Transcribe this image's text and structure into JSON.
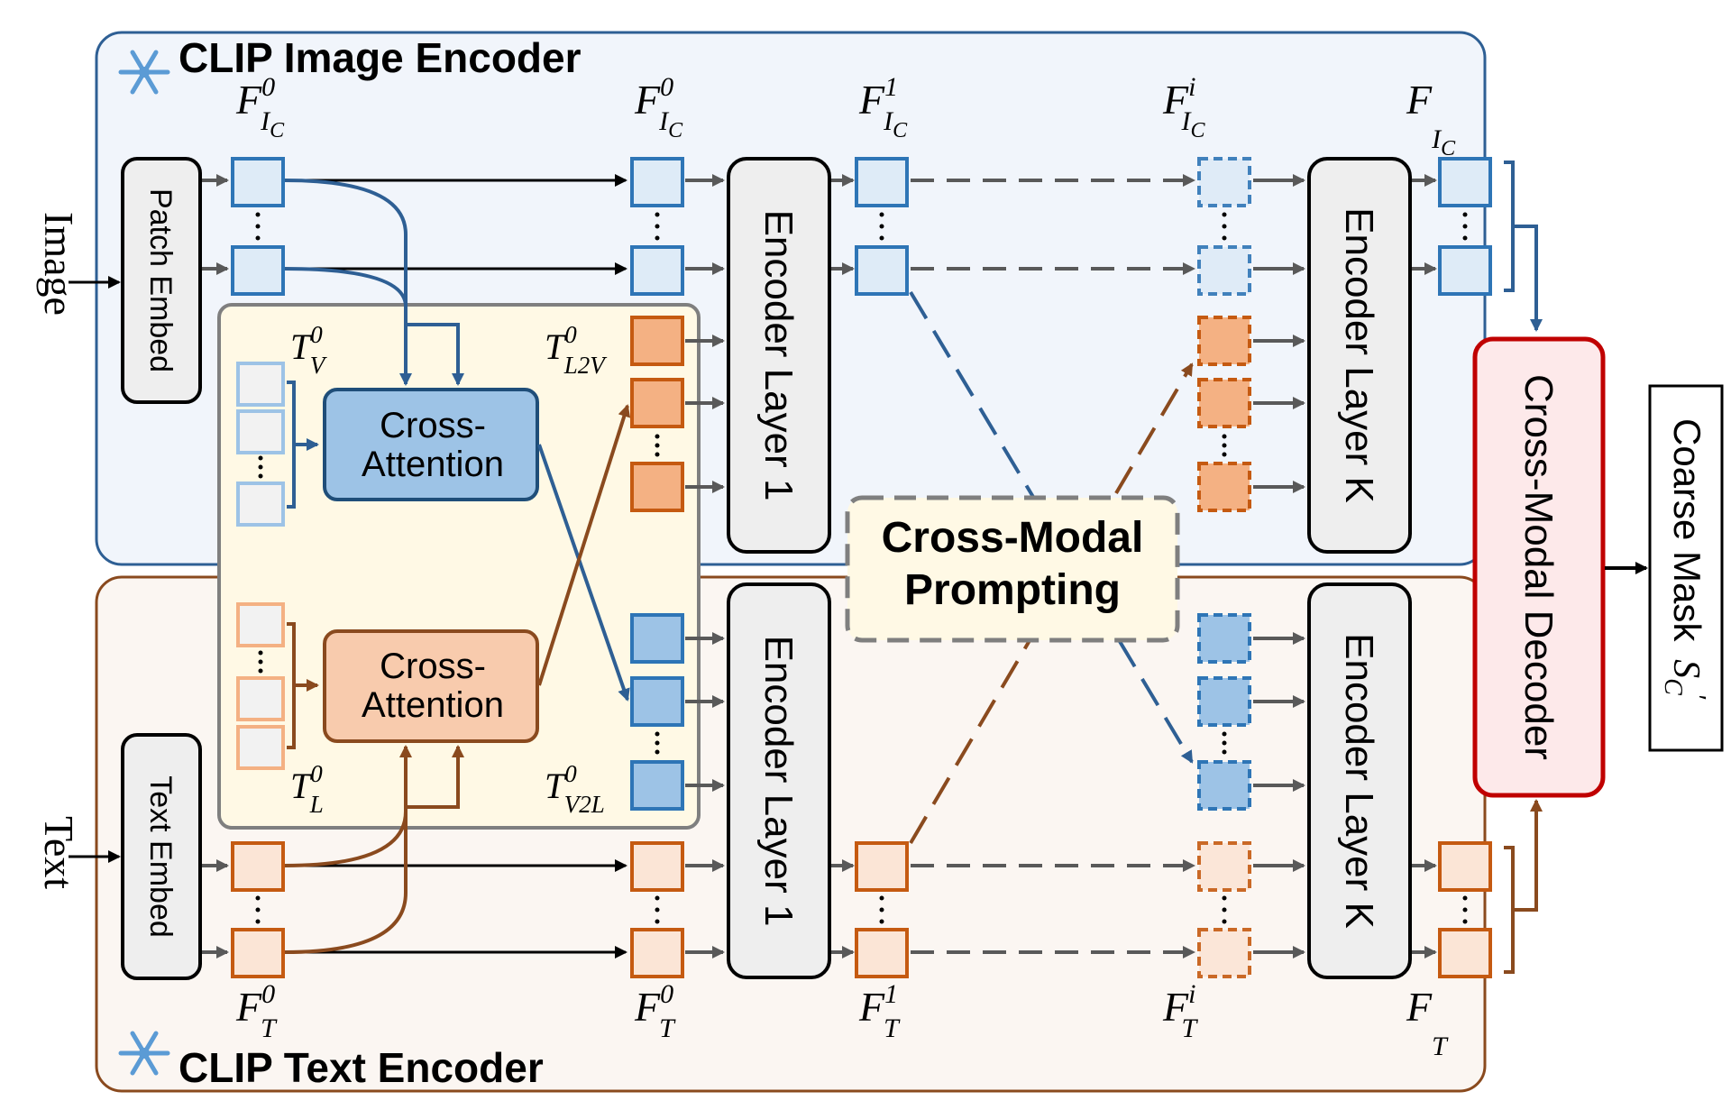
{
  "encoders": {
    "image_title": "CLIP Image Encoder",
    "text_title": "CLIP Text Encoder"
  },
  "inputs": {
    "image": "Image",
    "text": "Text"
  },
  "blocks": {
    "patch_embed": "Patch Embed",
    "text_embed": "Text Embed",
    "encoder_layer_1": "Encoder Layer 1",
    "encoder_layer_k": "Encoder Layer K",
    "cross_attention_line1": "Cross-",
    "cross_attention_line2": "Attention",
    "cross_modal_prompting_line1": "Cross-Modal",
    "cross_modal_prompting_line2": "Prompting",
    "cross_modal_decoder": "Cross-Modal Decoder"
  },
  "output": {
    "label": "Coarse Mask",
    "symbol": "S",
    "symbol_sub": "C",
    "symbol_prime": "′"
  },
  "features": {
    "image": [
      {
        "base": "F",
        "sub": "I",
        "subsub": "C",
        "sup": "0"
      },
      {
        "base": "F",
        "sub": "I",
        "subsub": "C",
        "sup": "0"
      },
      {
        "base": "F",
        "sub": "I",
        "subsub": "C",
        "sup": "1"
      },
      {
        "base": "F",
        "sub": "I",
        "subsub": "C",
        "sup": "i"
      },
      {
        "base": "F",
        "sub": "I",
        "subsub": "C",
        "sup": ""
      }
    ],
    "text": [
      {
        "base": "F",
        "sub": "T",
        "sup": "0"
      },
      {
        "base": "F",
        "sub": "T",
        "sup": "0"
      },
      {
        "base": "F",
        "sub": "T",
        "sup": "1"
      },
      {
        "base": "F",
        "sub": "T",
        "sup": "i"
      },
      {
        "base": "F",
        "sub": "T",
        "sup": ""
      }
    ],
    "tokens": {
      "tv": {
        "base": "T",
        "sub": "V",
        "sup": "0"
      },
      "tl": {
        "base": "T",
        "sub": "L",
        "sup": "0"
      },
      "tl2v": {
        "base": "T",
        "sub": "L2V",
        "sup": "0"
      },
      "tv2l": {
        "base": "T",
        "sub": "V2L",
        "sup": "0"
      }
    }
  },
  "icons": {
    "frozen": "snowflake-icon"
  },
  "colors": {
    "image_blue": "#2e5f94",
    "image_fill": "#f1f5fb",
    "text_brown": "#8a4a1e",
    "text_fill": "#fbf6f2",
    "token_blue": "#9dc3e6",
    "token_orange": "#f4b183",
    "light_blue": "#deebf7",
    "light_orange": "#fbe5d6",
    "prompt_fill": "#fff9e5",
    "decoder_red": "#c00000",
    "decoder_fill": "#fde9ea",
    "grey": "#595959"
  }
}
